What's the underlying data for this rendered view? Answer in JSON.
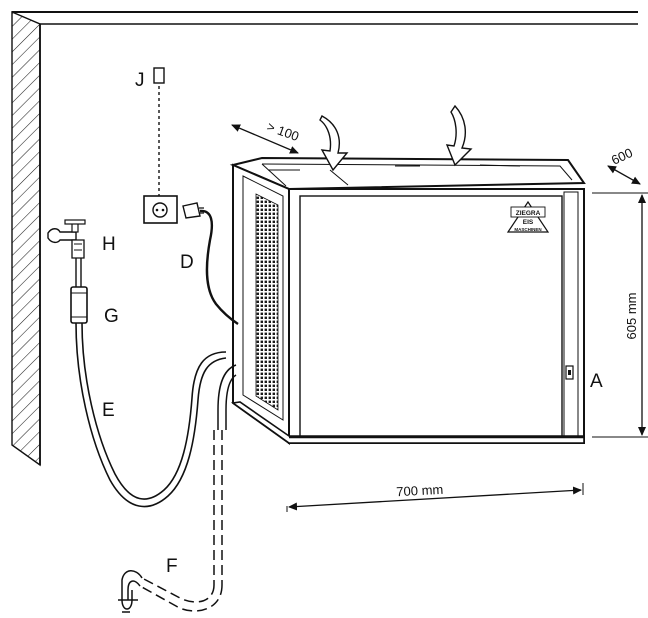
{
  "labels": {
    "A": "A",
    "D": "D",
    "E": "E",
    "F": "F",
    "G": "G",
    "H": "H",
    "J": "J"
  },
  "dimensions": {
    "top_clearance": "> 100",
    "side_clearance": "600",
    "height": "605 mm",
    "width": "700 mm"
  },
  "logo": {
    "line1": "ZIEGRA",
    "line2": "EIS",
    "line3": "MASCHINEN"
  }
}
